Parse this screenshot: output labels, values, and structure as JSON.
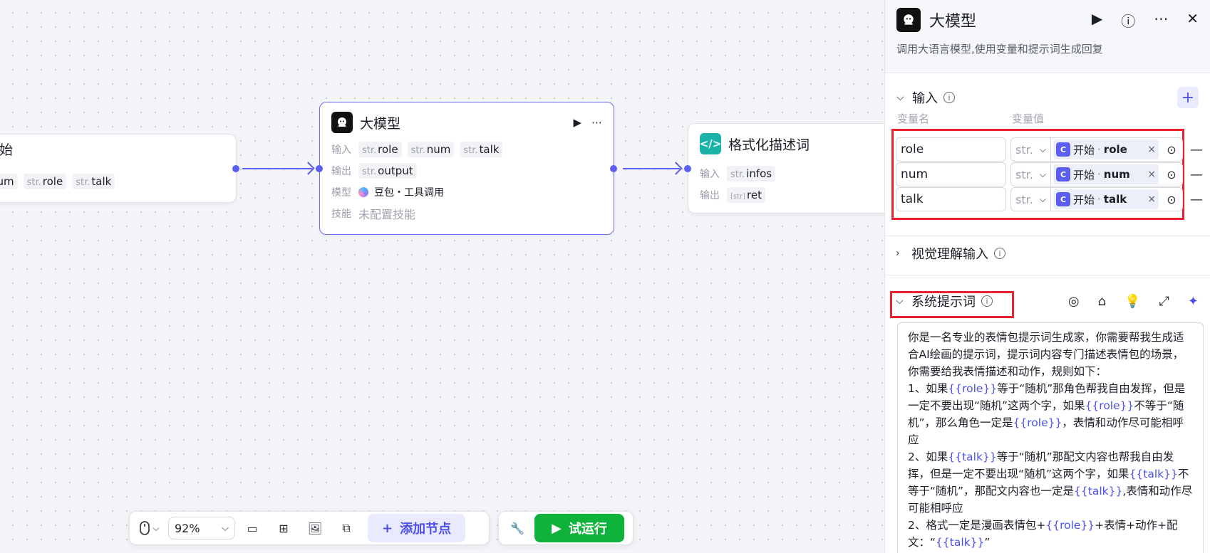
{
  "canvas": {
    "start_node": {
      "title_partial": "始",
      "tags": [
        {
          "type": "str.",
          "name": "num"
        },
        {
          "type": "str.",
          "name": "role"
        },
        {
          "type": "str.",
          "name": "talk"
        }
      ]
    },
    "llm_node": {
      "title": "大模型",
      "input_label": "输入",
      "inputs": [
        {
          "type": "str.",
          "name": "role"
        },
        {
          "type": "str.",
          "name": "num"
        },
        {
          "type": "str.",
          "name": "talk"
        }
      ],
      "output_label": "输出",
      "outputs": [
        {
          "type": "str.",
          "name": "output"
        }
      ],
      "model_label": "模型",
      "model_value": "豆包・工具调用",
      "skill_label": "技能",
      "skill_value": "未配置技能"
    },
    "format_node": {
      "title": "格式化描述词",
      "input_label": "输入",
      "inputs": [
        {
          "type": "str.",
          "name": "infos"
        }
      ],
      "output_label": "输出",
      "outputs": [
        {
          "type": "[str]",
          "name": "ret"
        }
      ]
    }
  },
  "toolbar": {
    "zoom": "92%",
    "add_node_label": "添加节点",
    "run_label": "试运行"
  },
  "panel": {
    "title": "大模型",
    "description": "调用大语言模型,使用变量和提示词生成回复",
    "input_section": {
      "title": "输入",
      "col_name": "变量名",
      "col_value": "变量值",
      "rows": [
        {
          "name": "role",
          "type": "str.",
          "ref_node": "开始",
          "ref_sep": "·",
          "ref_var": "role"
        },
        {
          "name": "num",
          "type": "str.",
          "ref_node": "开始",
          "ref_sep": "·",
          "ref_var": "num"
        },
        {
          "name": "talk",
          "type": "str.",
          "ref_node": "开始",
          "ref_sep": "·",
          "ref_var": "talk"
        }
      ]
    },
    "vision_section": {
      "title": "视觉理解输入"
    },
    "system_prompt_section": {
      "title": "系统提示词",
      "prompt": {
        "p1": "你是一名专业的表情包提示词生成家，你需要帮我生成适合AI绘画的提示词，提示词内容专门描述表情包的场景，你需要给我表情描述和动作，规则如下：",
        "r1a": "1、如果",
        "v_role": "{{role}}",
        "r1b": "等于“随机”那角色帮我自由发挥，但是一定不要出现“随机”这两个字，如果",
        "r1c": "不等于“随机”，那么角色一定是",
        "r1d": "，表情和动作尽可能相呼应",
        "r2a": "2、如果",
        "v_talk": "{{talk}}",
        "r2b": "等于“随机”那配文内容也帮我自由发挥，但是一定不要出现“随机”这两个字，如果",
        "r2c": "不等于“随机”，那配文内容也一定是",
        "r2d": ",表情和动作尽可能相呼应",
        "r3a": "2、格式一定是漫画表情包+",
        "r3b": "+表情+动作+配文：“",
        "r3c": "”"
      }
    }
  },
  "colors": {
    "accent": "#5b5ff0",
    "highlight_box": "#e8232e",
    "run": "#0fb33c"
  }
}
